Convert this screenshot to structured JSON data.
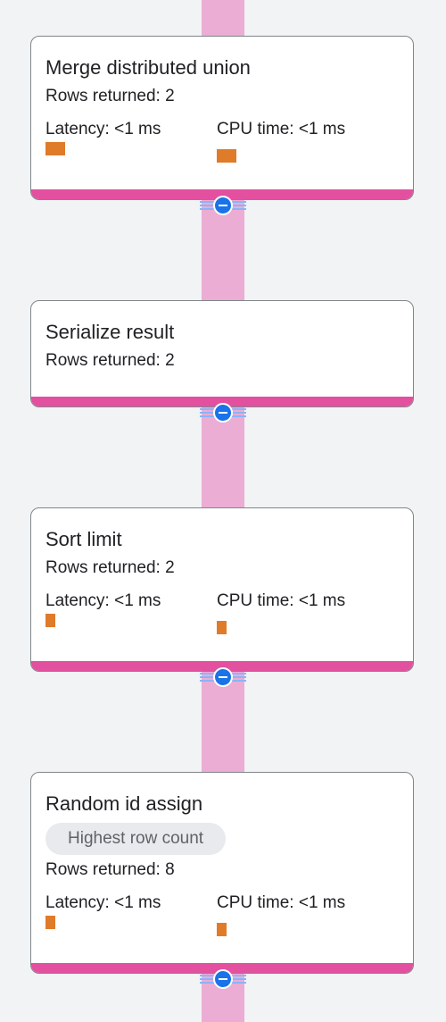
{
  "colors": {
    "background": "#f1f3f4",
    "connector": "#ebadd3",
    "card_accent": "#e2509f",
    "metric_bar": "#e07b2a",
    "collapse_button": "#1a73e8"
  },
  "nodes": [
    {
      "title": "Merge distributed union",
      "rows_returned": "Rows returned: 2",
      "latency": "Latency: <1 ms",
      "cpu_time": "CPU time: <1 ms"
    },
    {
      "title": "Serialize result",
      "rows_returned": "Rows returned: 2"
    },
    {
      "title": "Sort limit",
      "rows_returned": "Rows returned: 2",
      "latency": "Latency: <1 ms",
      "cpu_time": "CPU time: <1 ms"
    },
    {
      "title": "Random id assign",
      "badge": "Highest row count",
      "rows_returned": "Rows returned: 8",
      "latency": "Latency: <1 ms",
      "cpu_time": "CPU time: <1 ms"
    }
  ],
  "collapse_icon": "collapse-minus-icon"
}
